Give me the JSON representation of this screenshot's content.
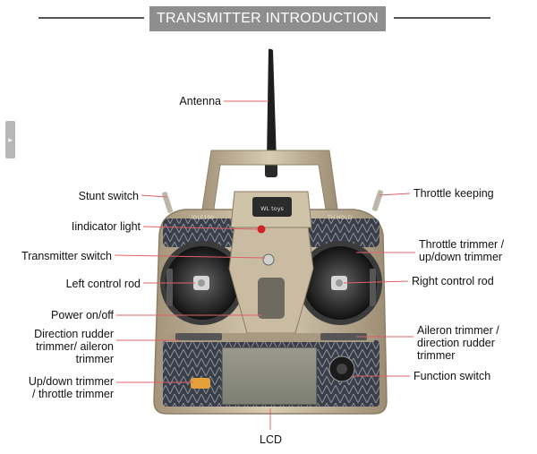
{
  "header": {
    "title": "TRANSMITTER INTRODUCTION"
  },
  "transmitter": {
    "screen_label": "WL toys",
    "left_badge": "IDLE100",
    "right_badge": "TH.HOLD"
  },
  "callouts": {
    "antenna": "Antenna",
    "stunt_switch": "Stunt switch",
    "indicator_light": "Iindicator light",
    "transmitter_switch": "Transmitter switch",
    "left_control_rod": "Left control rod",
    "power": "Power on/off",
    "direction_rudder": [
      "Direction rudder",
      "trimmer/ aileron",
      "trimmer"
    ],
    "updown_trimmer": [
      "Up/down trimmer",
      "/ throttle trimmer"
    ],
    "lcd": "LCD",
    "throttle_keeping": "Throttle keeping",
    "throttle_trimmer": [
      "Throttle trimmer /",
      "up/down trimmer"
    ],
    "right_control_rod": "Right control rod",
    "aileron_trimmer": [
      "Aileron trimmer /",
      "direction rudder",
      "trimmer"
    ],
    "function_switch": "Function switch"
  },
  "colors": {
    "leader": "#e0606a",
    "body": "#b7a88e",
    "dark": "#2b2b2b",
    "title_bg": "#8e8e8e"
  }
}
